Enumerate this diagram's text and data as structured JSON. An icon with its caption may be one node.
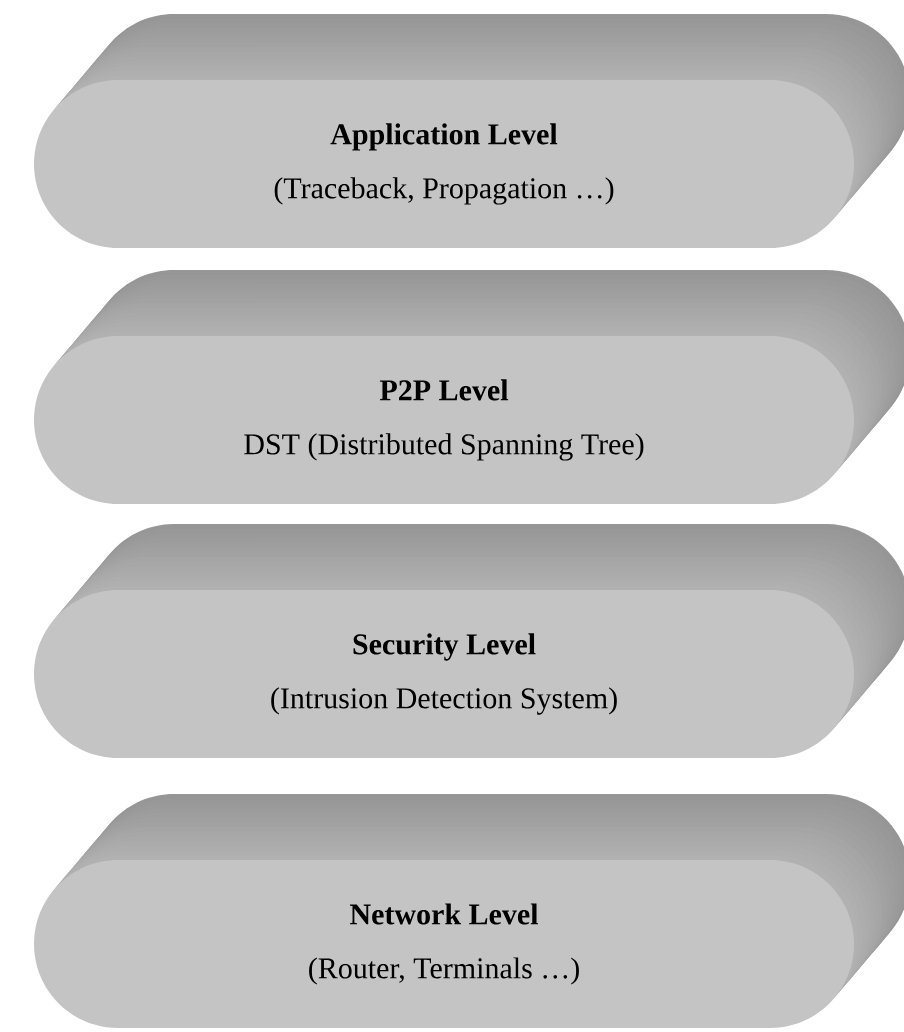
{
  "diagram": {
    "nodes": [
      {
        "text": [
          "Application Level",
          "(Traceback, Propagation …)"
        ]
      },
      {
        "text": [
          "P2P Level",
          "DST (Distributed Spanning Tree)"
        ]
      },
      {
        "text": [
          "Security Level",
          "(Intrusion Detection System)"
        ]
      },
      {
        "text": [
          "Network Level",
          "(Router, Terminals …)"
        ]
      }
    ]
  }
}
